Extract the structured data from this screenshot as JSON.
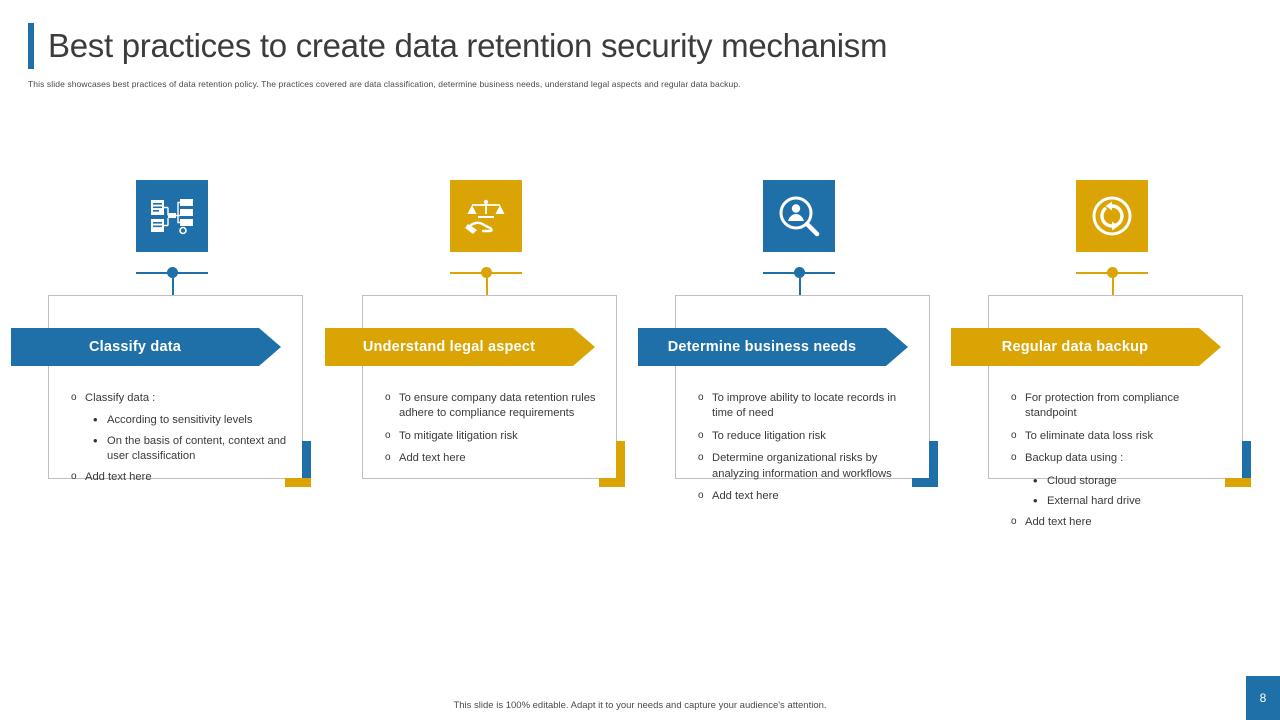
{
  "slide": {
    "title": "Best practices to create data retention security mechanism",
    "subtitle": "This slide showcases best practices of data retention policy. The practices covered are data classification, determine business needs, understand legal aspects and regular data backup.",
    "footer": "This slide is 100% editable. Adapt it to your needs and capture your audience's attention.",
    "page_number": "8",
    "colors": {
      "blue": "#1f6fa8",
      "gold": "#d9a404",
      "title_text": "#3c3c3c",
      "body_text": "#3a3a3a",
      "card_border": "#bfbfbf"
    }
  },
  "columns": [
    {
      "icon": "data-classification-icon",
      "color": "#1f6fa8",
      "heading": "Classify data",
      "bullets": [
        {
          "level": 0,
          "mark": "o",
          "text": "Classify data :"
        },
        {
          "level": 1,
          "mark": "•",
          "text": "According to sensitivity levels"
        },
        {
          "level": 1,
          "mark": "•",
          "text": "On the basis of content, context and user classification"
        },
        {
          "level": 0,
          "mark": "o",
          "text": "Add text here"
        }
      ]
    },
    {
      "icon": "legal-scales-hand-icon",
      "color": "#d9a404",
      "heading": "Understand legal aspect",
      "bullets": [
        {
          "level": 0,
          "mark": "o",
          "text": "To ensure company data retention rules adhere to compliance requirements"
        },
        {
          "level": 0,
          "mark": "o",
          "text": "To mitigate litigation risk"
        },
        {
          "level": 0,
          "mark": "o",
          "text": "Add text here"
        }
      ]
    },
    {
      "icon": "user-search-icon",
      "color": "#1f6fa8",
      "heading": "Determine business needs",
      "bullets": [
        {
          "level": 0,
          "mark": "o",
          "text": "To improve ability to locate records in time of need"
        },
        {
          "level": 0,
          "mark": "o",
          "text": "To reduce litigation risk"
        },
        {
          "level": 0,
          "mark": "o",
          "text": "Determine organizational risks by analyzing information and workflows"
        },
        {
          "level": 0,
          "mark": "o",
          "text": "Add text here"
        }
      ]
    },
    {
      "icon": "backup-refresh-icon",
      "color": "#d9a404",
      "heading": "Regular data backup",
      "bullets": [
        {
          "level": 0,
          "mark": "o",
          "text": "For protection from compliance standpoint"
        },
        {
          "level": 0,
          "mark": "o",
          "text": "To eliminate data loss risk"
        },
        {
          "level": 0,
          "mark": "o",
          "text": "Backup data using :"
        },
        {
          "level": 1,
          "mark": "•",
          "text": "Cloud storage"
        },
        {
          "level": 1,
          "mark": "•",
          "text": "External hard drive"
        },
        {
          "level": 0,
          "mark": "o",
          "text": "Add text here"
        }
      ]
    }
  ]
}
